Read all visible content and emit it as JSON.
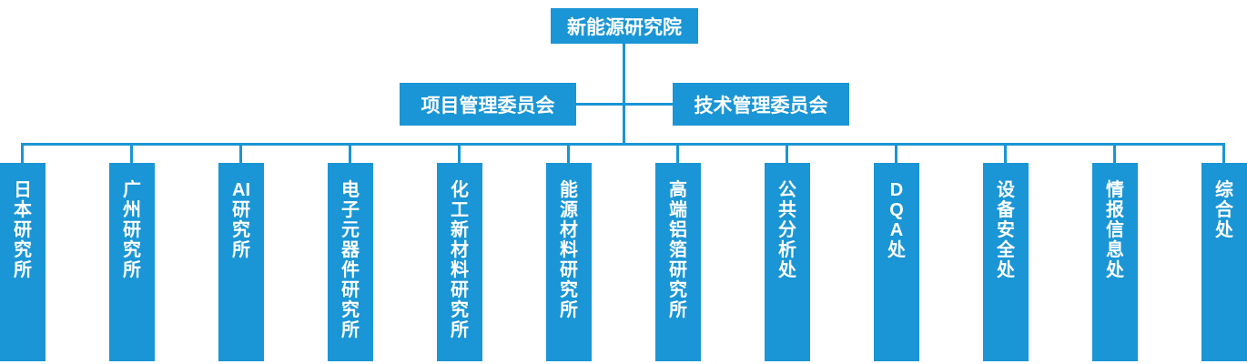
{
  "colors": {
    "node_fill": "#1a95d5",
    "connector": "#1a95d5",
    "node_text": "#ffffff",
    "background": "#ffffff"
  },
  "root": {
    "label": "新能源研究院"
  },
  "committees": [
    {
      "label": "项目管理委员会"
    },
    {
      "label": "技术管理委员会"
    }
  ],
  "departments": [
    {
      "label": "日\n本\n研\n究\n所"
    },
    {
      "label": "广\n州\n研\n究\n所"
    },
    {
      "label": "AI\n研\n究\n所"
    },
    {
      "label": "电\n子\n元\n器\n件\n研\n究\n所"
    },
    {
      "label": "化\n工\n新\n材\n料\n研\n究\n所"
    },
    {
      "label": "能\n源\n材\n料\n研\n究\n所"
    },
    {
      "label": "高\n端\n铝\n箔\n研\n究\n所"
    },
    {
      "label": "公\n共\n分\n析\n处"
    },
    {
      "label": "D\nQ\nA\n处"
    },
    {
      "label": "设\n备\n安\n全\n处"
    },
    {
      "label": "情\n报\n信\n息\n处"
    },
    {
      "label": "综\n合\n处"
    }
  ]
}
